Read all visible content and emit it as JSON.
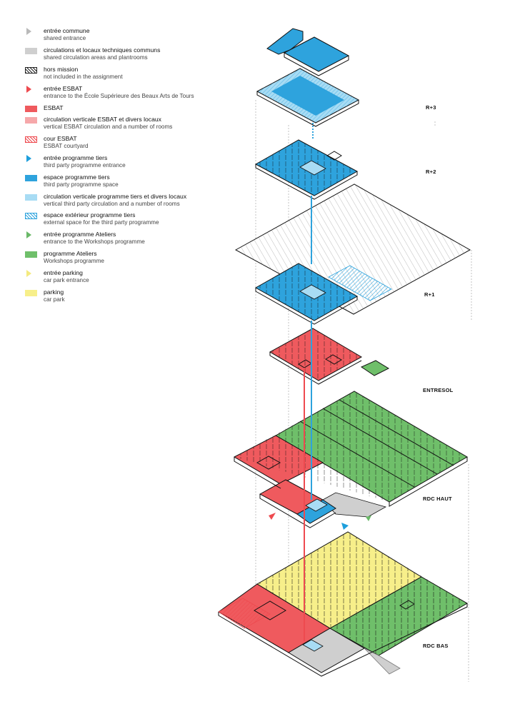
{
  "legend": {
    "items": [
      {
        "fr": "entrée commune",
        "en": "shared entrance",
        "type": "triangle",
        "color": "#b9b9b9"
      },
      {
        "fr": "circulations et locaux techniques communs",
        "en": "shared circulation areas and plantrooms",
        "type": "solid",
        "color": "#cfcfcf"
      },
      {
        "fr": "hors mission",
        "en": "not included in the assignment",
        "type": "hatch",
        "color": "#222222"
      },
      {
        "fr": "entrée ESBAT",
        "en": "entrance to the École Supérieure des Beaux Arts de Tours",
        "type": "triangle",
        "color": "#ee4a4f"
      },
      {
        "fr": "ESBAT",
        "en": "",
        "type": "solid",
        "color": "#ef5a5e"
      },
      {
        "fr": "circulation verticale ESBAT et divers locaux",
        "en": "vertical ESBAT circulation and a number of rooms",
        "type": "solid",
        "color": "#f6a8aa"
      },
      {
        "fr": "cour ESBAT",
        "en": "ESBAT courtyard",
        "type": "hatch",
        "color": "#ee4a4f"
      },
      {
        "fr": "entrée programme tiers",
        "en": "third party programme entrance",
        "type": "triangle",
        "color": "#1e9fdc"
      },
      {
        "fr": "espace programme tiers",
        "en": "third party programme space",
        "type": "solid",
        "color": "#2ea3dd"
      },
      {
        "fr": "circulation verticale programme tiers et divers locaux",
        "en": "vertical third party circulation and a number of rooms",
        "type": "solid",
        "color": "#a8dcf4"
      },
      {
        "fr": "espace extérieur programme tiers",
        "en": "external space for the third party programme",
        "type": "hatch",
        "color": "#2ea3dd"
      },
      {
        "fr": "entrée programme Ateliers",
        "en": "entrance to the Workshops programme",
        "type": "triangle",
        "color": "#6ab868"
      },
      {
        "fr": "programme Ateliers",
        "en": "Workshops programme",
        "type": "solid",
        "color": "#6fbf6a"
      },
      {
        "fr": "entrée parking",
        "en": "car park entrance",
        "type": "triangle",
        "color": "#f4ea80"
      },
      {
        "fr": "parking",
        "en": "car park",
        "type": "solid",
        "color": "#f7ef8a"
      }
    ]
  },
  "levels": {
    "r3": "R+3",
    "r2": "R+2",
    "r1": "R+1",
    "entresol": "ENTRESOL",
    "rdc_haut": "RDC HAUT",
    "rdc_bas": "RDC BAS"
  },
  "colors": {
    "esbat": "#ef5a5e",
    "esbat_light": "#f6a8aa",
    "tiers": "#2ea3dd",
    "tiers_light": "#a8dcf4",
    "ateliers": "#6fbf6a",
    "parking": "#f7ef8a",
    "common": "#cfcfcf",
    "line": "#111111"
  }
}
